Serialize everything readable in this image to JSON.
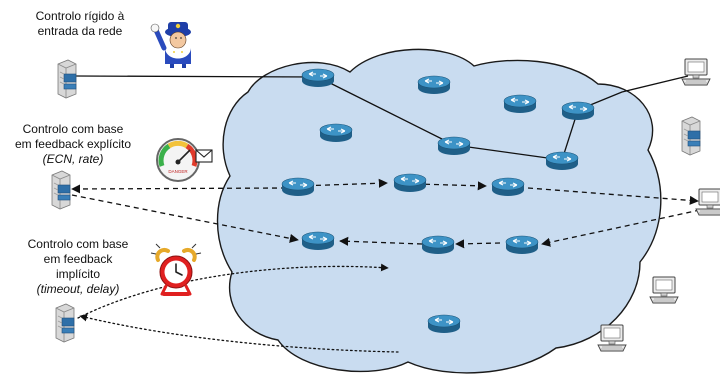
{
  "labels": {
    "rigid": [
      "Controlo rígido à",
      "entrada da rede"
    ],
    "explicit": [
      "Controlo com base",
      "em feedback explícito"
    ],
    "explicit_examples": "(ECN, rate)",
    "implicit": [
      "Controlo com base",
      "em feedback",
      "implícito"
    ],
    "implicit_examples": "(timeout, delay)",
    "gauge_text": "DANGER"
  },
  "icons": {
    "police": "police-officer-icon",
    "gauge": "pressure-gauge-icon",
    "envelope": "envelope-icon",
    "alarm": "alarm-clock-icon",
    "server": "server-icon",
    "computer": "computer-icon",
    "router": "router-icon"
  },
  "colors": {
    "cloud_fill": "#c9dcf0",
    "cloud_stroke": "#1a1a1a",
    "router": "#2e7fb0",
    "alarm_red": "#e02020",
    "police_blue": "#1f3fa8"
  }
}
